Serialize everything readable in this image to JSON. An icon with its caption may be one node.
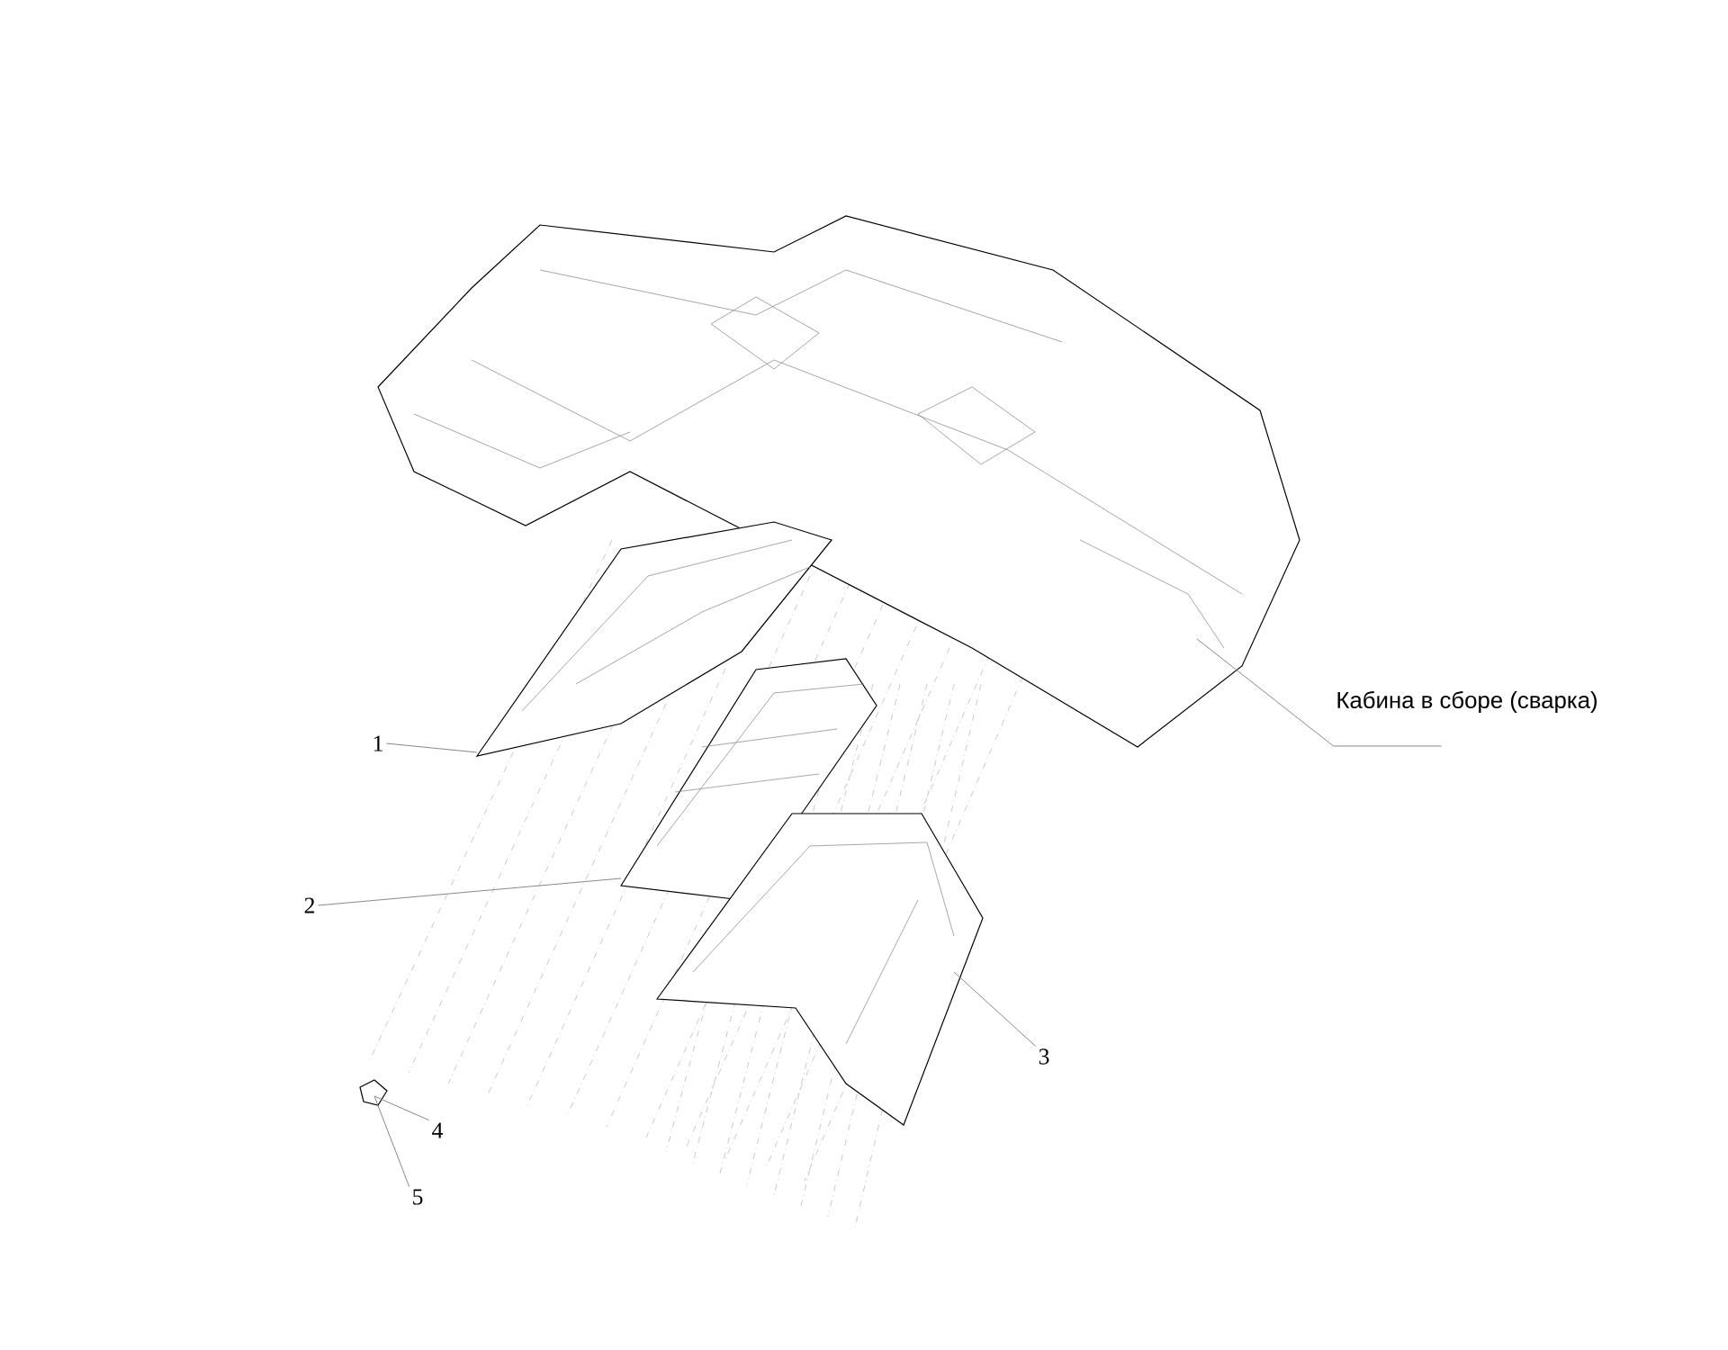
{
  "diagram": {
    "nodes": [
      {
        "text": [],
        "shape": "picture"
      },
      {
        "text": [],
        "shape": "picture"
      },
      {
        "text": [],
        "shape": "picture"
      },
      {
        "text": [],
        "shape": "picture"
      },
      {
        "text": [],
        "shape": "picture"
      },
      {
        "text": [
          "Кабина в сборе (сварка)"
        ]
      },
      {
        "text": [
          "1"
        ]
      },
      {
        "text": [
          "2"
        ]
      },
      {
        "text": [
          "3"
        ]
      },
      {
        "text": [
          "4"
        ]
      },
      {
        "text": [
          "5"
        ]
      }
    ],
    "edges": [
      {
        "from": 5,
        "to": 0,
        "arrow": "none"
      },
      {
        "from": 6,
        "to": 1,
        "arrow": "none"
      },
      {
        "from": 7,
        "to": 2,
        "arrow": "none"
      },
      {
        "from": 8,
        "to": 3,
        "arrow": "none"
      },
      {
        "from": 9,
        "to": 4,
        "arrow": "none"
      },
      {
        "from": 10,
        "to": 4,
        "arrow": "none"
      }
    ]
  }
}
